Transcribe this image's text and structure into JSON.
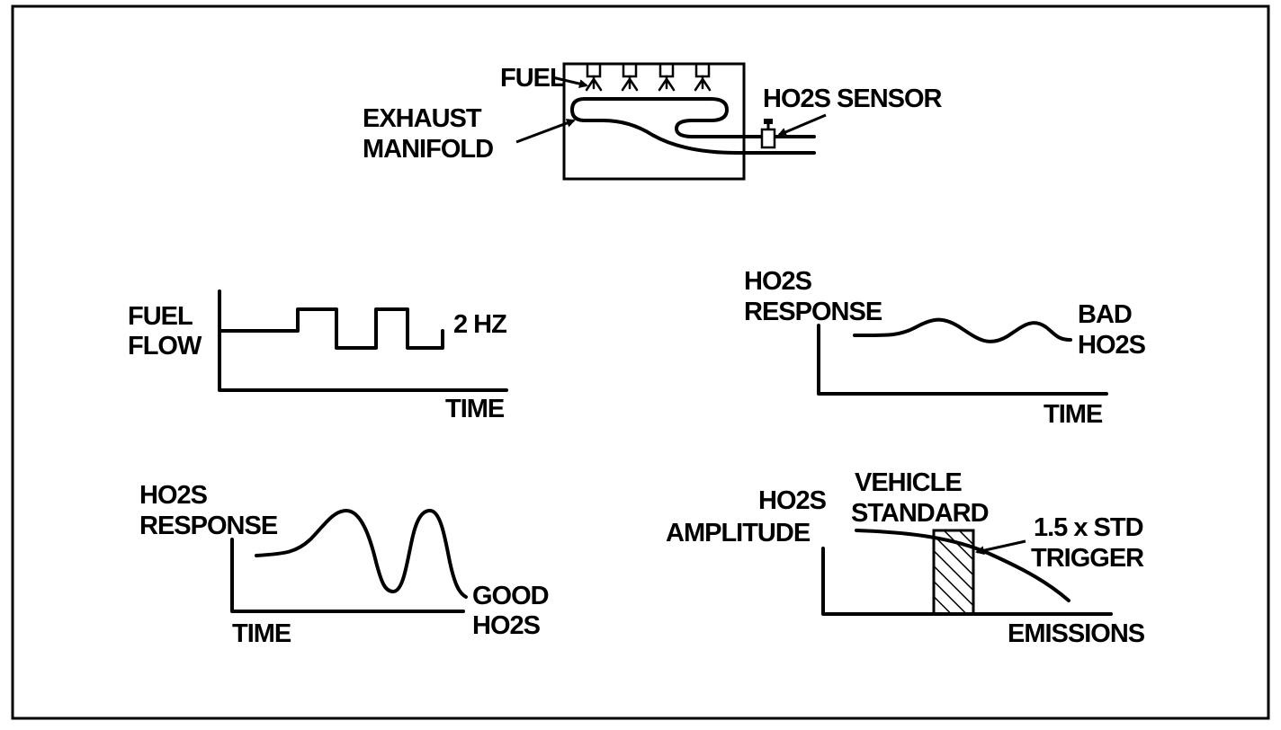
{
  "engine_diagram": {
    "fuel_label": "FUEL",
    "exhaust_label_line1": "EXHAUST",
    "exhaust_label_line2": "MANIFOLD",
    "sensor_label": "HO2S SENSOR"
  },
  "fuel_flow_chart": {
    "ylabel_line1": "FUEL",
    "ylabel_line2": "FLOW",
    "frequency_label": "2 HZ",
    "xlabel": "TIME"
  },
  "bad_sensor_chart": {
    "ylabel_line1": "HO2S",
    "ylabel_line2": "RESPONSE",
    "annotation_line1": "BAD",
    "annotation_line2": "HO2S",
    "xlabel": "TIME"
  },
  "good_sensor_chart": {
    "ylabel_line1": "HO2S",
    "ylabel_line2": "RESPONSE",
    "annotation_line1": "GOOD",
    "annotation_line2": "HO2S",
    "xlabel": "TIME"
  },
  "amplitude_chart": {
    "ylabel_line1": "HO2S",
    "ylabel_line2": "AMPLITUDE",
    "standard_label_line1": "VEHICLE",
    "standard_label_line2": "STANDARD",
    "trigger_label_line1": "1.5 x STD",
    "trigger_label_line2": "TRIGGER",
    "xlabel": "EMISSIONS"
  }
}
